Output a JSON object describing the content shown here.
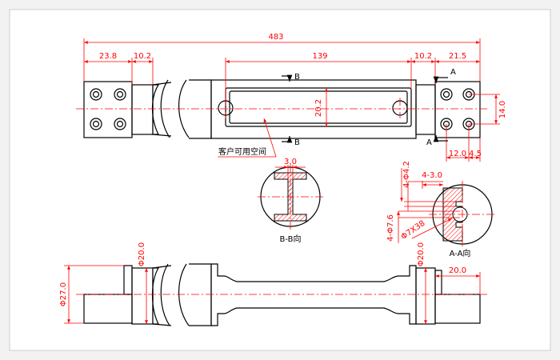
{
  "dimensions": {
    "overall_length": "483",
    "left_block": "23.8",
    "left_gap": "10.2",
    "mid_span": "139",
    "right_gap": "10.2",
    "right_block": "21.5",
    "slot_height": "20.2",
    "hole_pitch_v": "14.0",
    "hole_offset_h": "12.0",
    "edge_offset": "4.5",
    "web_thickness": "3.0",
    "hole_count_cbore": "4-3.0",
    "hole_count_dia": "4-Φ4.2",
    "hole_count_dia2": "4-Φ7.6",
    "bore_spec": "Φ7X38",
    "side_dia_small": "Φ20.0",
    "side_dia_large": "Φ27.0",
    "side_dia_right": "Φ20.0",
    "side_length_right": "20.0"
  },
  "labels": {
    "section_b_top": "B",
    "section_b_bottom": "B",
    "section_a_top": "A",
    "section_a_bottom": "A",
    "customer_space": "客户可用空间",
    "view_b": "B-B向",
    "view_a": "A-A向"
  },
  "colors": {
    "outline": "#000000",
    "dimension": "#ff0000",
    "centerline": "#ff0000",
    "hatch": "#ff0000",
    "background": "#ffffff"
  }
}
